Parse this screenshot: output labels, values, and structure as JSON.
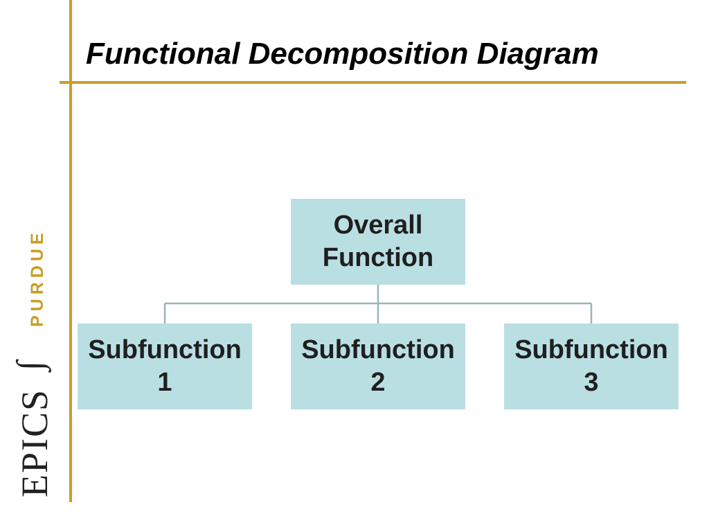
{
  "slide": {
    "title": "Functional Decomposition Diagram"
  },
  "brand": {
    "university": "PURDUE",
    "program": "EPICS",
    "integral_symbol": "∫",
    "accent_color": "#c99e27"
  },
  "diagram": {
    "box_fill": "#b9dfe3",
    "connector_color": "#9bb3b8",
    "root": {
      "line1": "Overall",
      "line2": "Function"
    },
    "children": [
      {
        "line1": "Subfunction",
        "line2": "1"
      },
      {
        "line1": "Subfunction",
        "line2": "2"
      },
      {
        "line1": "Subfunction",
        "line2": "3"
      }
    ]
  }
}
